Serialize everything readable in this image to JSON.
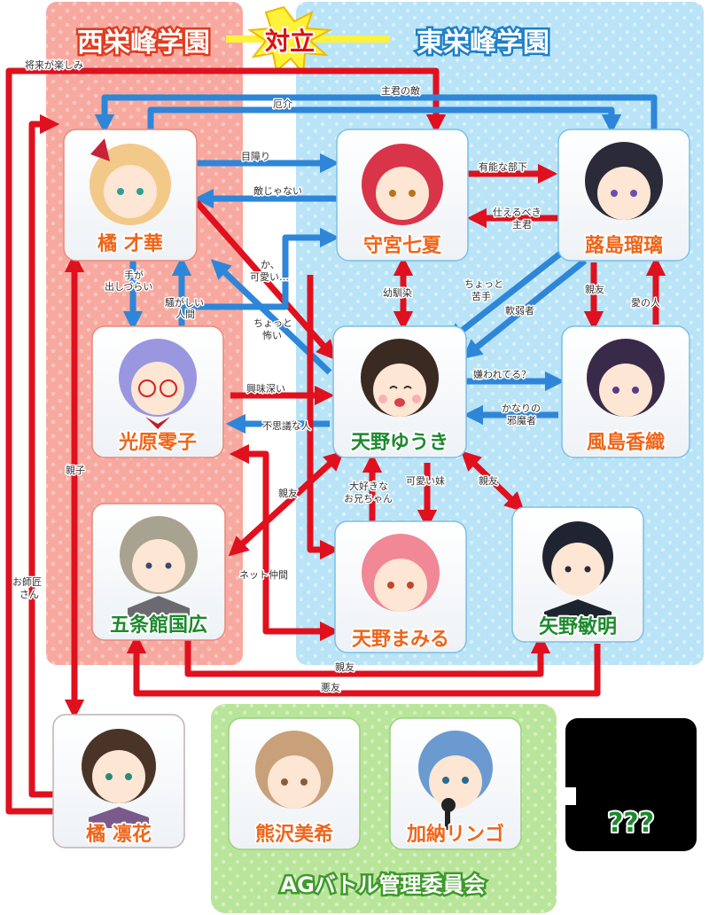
{
  "zones": {
    "west": "西栄峰学園",
    "versus": "対立",
    "east": "東栄峰学園",
    "committee": "AGバトル管理委員会"
  },
  "characters": {
    "saika": "橘 才華",
    "natsu": "守宮七夏",
    "ruri": "蕗島瑠璃",
    "reiko": "光原零子",
    "yuuki": "天野ゆうき",
    "kaori": "風島香織",
    "kunihiro": "五条館国広",
    "mamiru": "天野まみる",
    "toshiaki": "矢野敏明",
    "rinka": "橘 凛花",
    "miki": "熊沢美希",
    "ringo": "加納リンゴ",
    "unknown": "???"
  },
  "relations": {
    "shourai": "将来が楽しみ",
    "shukun_no_teki": "主君の敵",
    "yakkai": "厄介",
    "mezawari": "目障り",
    "teki_janai": "敵じゃない",
    "yuunou": "有能な部下",
    "tsukaeru_1": "仕えるべき",
    "tsukaeru_2": "主君",
    "kawaii_1": "か、",
    "kawaii_2": "可愛い…",
    "te_ga_1": "手が",
    "te_ga_2": "出しづらい",
    "sawagashii_1": "騒がしい",
    "sawagashii_2": "人間",
    "chotto_kowai_1": "ちょっと",
    "chotto_kowai_2": "怖い",
    "osananajimi": "幼馴染",
    "chotto_nigate_1": "ちょっと",
    "chotto_nigate_2": "苦手",
    "nanjakusha": "軟弱者",
    "shinyuu_a": "親友",
    "ai_no_hito": "愛の人",
    "kyoumi": "興味深い",
    "fushigi": "不思議な人",
    "kirawarete": "嫌われてる？",
    "jamamono_1": "かなりの",
    "jamamono_2": "邪魔者",
    "oyako": "親子",
    "shinyuu_b": "親友",
    "daisuki_1": "大好きな",
    "daisuki_2": "お兄ちゃん",
    "kawaii_imouto": "可愛い妹",
    "shinyuu_c": "親友",
    "net_nakama": "ネット仲間",
    "oshishou_1": "お師匠",
    "oshishou_2": "さん",
    "shinyuu_d": "親友",
    "akuyuu": "悪友"
  },
  "colors": {
    "relation_red": "#e0101e",
    "relation_blue": "#2e86d8",
    "west_zone": "#f7a9a0",
    "east_zone": "#b9e3f7",
    "committee_zone": "#b9e59a",
    "name_red": "#f06418",
    "name_green": "#1c8a2e"
  }
}
